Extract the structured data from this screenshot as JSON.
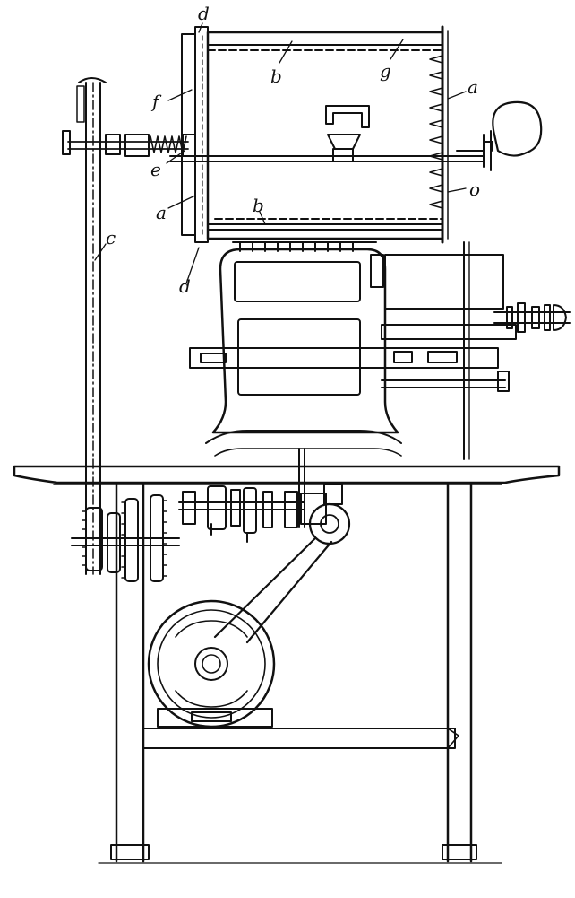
{
  "figure": {
    "ink_color": "#111111",
    "paper_color": "#ffffff",
    "labels": {
      "d_top": "d",
      "b_top": "b",
      "g": "g",
      "a_right": "a",
      "f": "f",
      "e": "e",
      "o": "o",
      "a_left": "a",
      "b_bottom": "b",
      "d_bottom": "d",
      "c": "c"
    }
  }
}
